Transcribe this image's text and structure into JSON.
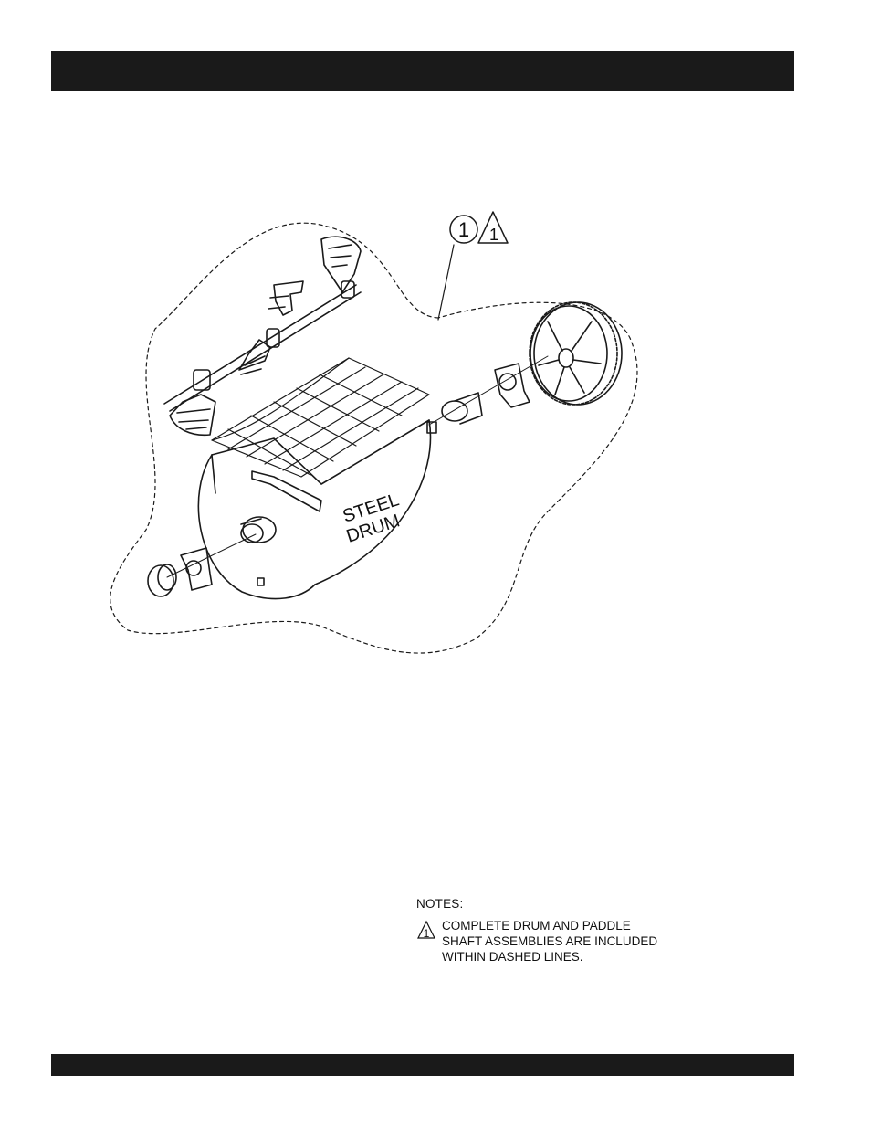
{
  "callout": {
    "item_number": "1",
    "note_ref": "1"
  },
  "drum_label": {
    "line1": "STEEL",
    "line2": "DRUM"
  },
  "notes": {
    "heading": "NOTES:",
    "items": [
      {
        "ref": "1",
        "lines": [
          "COMPLETE DRUM AND PADDLE",
          "SHAFT ASSEMBLIES ARE INCLUDED",
          "WITHIN DASHED LINES."
        ]
      }
    ]
  }
}
